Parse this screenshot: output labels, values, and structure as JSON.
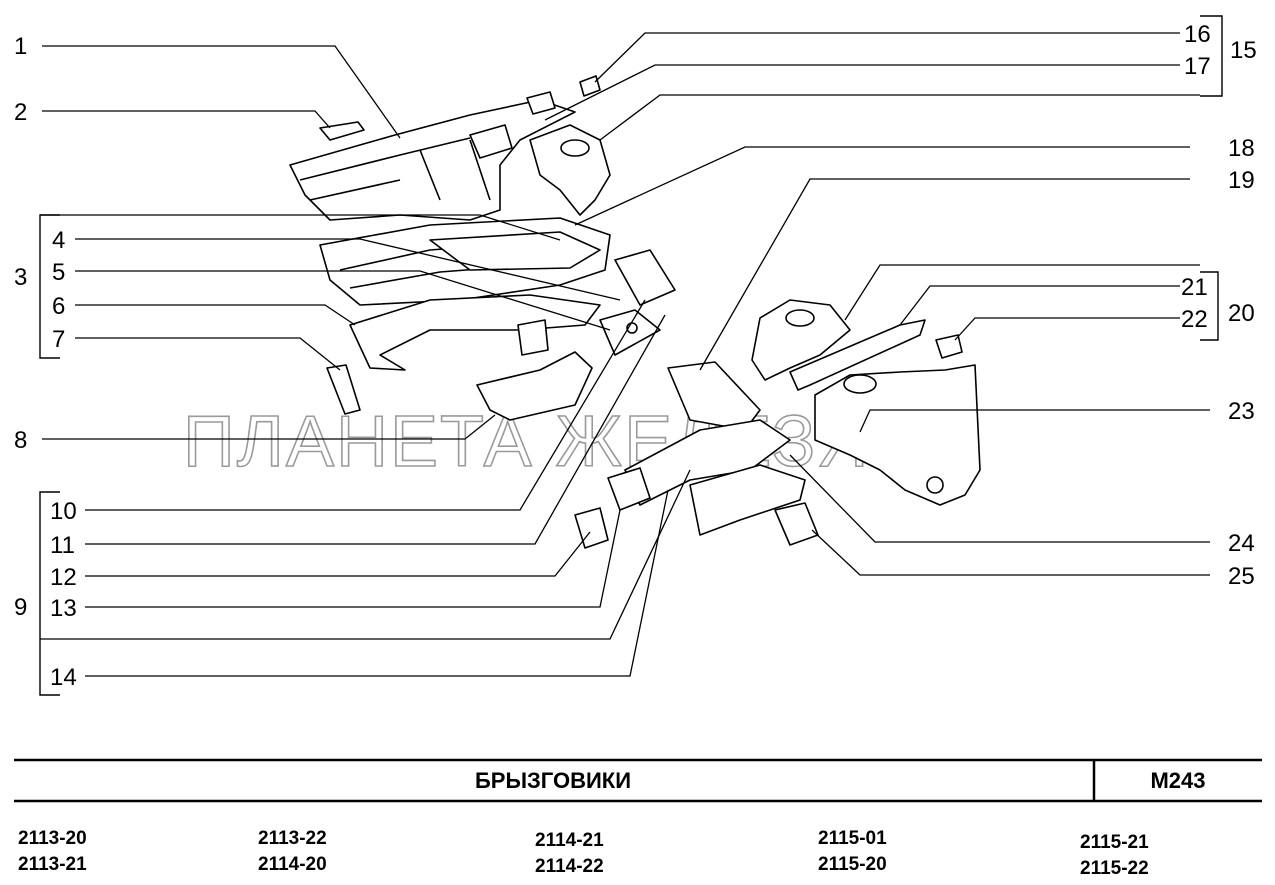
{
  "callouts": {
    "n1": "1",
    "n2": "2",
    "n3": "3",
    "n4": "4",
    "n5": "5",
    "n6": "6",
    "n7": "7",
    "n8": "8",
    "n9": "9",
    "n10": "10",
    "n11": "11",
    "n12": "12",
    "n13": "13",
    "n14": "14",
    "n15": "15",
    "n16": "16",
    "n17": "17",
    "n18": "18",
    "n19": "19",
    "n20": "20",
    "n21": "21",
    "n22": "22",
    "n23": "23",
    "n24": "24",
    "n25": "25"
  },
  "watermark": "ПЛАНЕТА ЖЕЛЕЗЯКА",
  "title_block": {
    "title": "БРЫЗГОВИКИ",
    "code": "М243"
  },
  "models": [
    [
      "2113-20",
      "2113-21"
    ],
    [
      "2113-22",
      "2114-20"
    ],
    [
      "2114-21",
      "2114-22"
    ],
    [
      "2115-01",
      "2115-20"
    ],
    [
      "2115-21",
      "2115-22"
    ]
  ],
  "colors": {
    "line": "#000000",
    "watermark_stroke": "#9a9a9a",
    "background": "#ffffff"
  }
}
